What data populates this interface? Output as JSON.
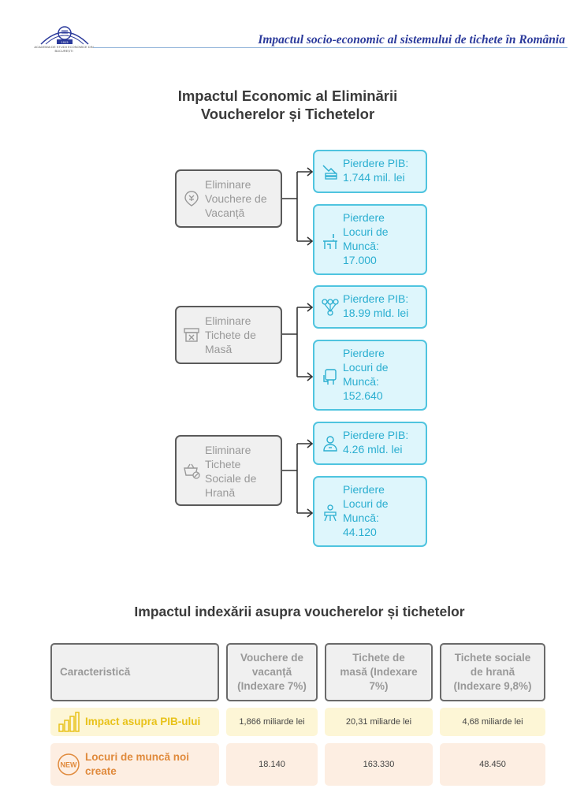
{
  "header": {
    "title": "Impactul socio-economic al sistemului de tichete în România",
    "logo_text": "ACADEMIA DE STUDII ECONOMICE DIN BUCUREȘTI",
    "logo_year": "1913"
  },
  "diagram": {
    "title_line1": "Impactul Economic al Eliminării",
    "title_line2": "Voucherelor și Tichetelor",
    "groups": [
      {
        "source": [
          "Eliminare",
          "Vouchere de",
          "Vacanță"
        ],
        "source_icon": "vacation-gift-icon",
        "outputs": [
          {
            "lines": [
              "Pierdere PIB:",
              "1.744 mil. lei"
            ],
            "icon": "money-decline-icon"
          },
          {
            "lines": [
              "Pierdere",
              "Locuri de",
              "Muncă:",
              "17.000"
            ],
            "icon": "empty-desk-icon"
          }
        ]
      },
      {
        "source": [
          "Eliminare",
          "Tichete de",
          "Masă"
        ],
        "source_icon": "cancelled-box-icon",
        "outputs": [
          {
            "lines": [
              "Pierdere PIB:",
              "18.99 mld. lei"
            ],
            "icon": "team-network-icon"
          },
          {
            "lines": [
              "Pierdere",
              "Locuri de",
              "Muncă:",
              "152.640"
            ],
            "icon": "office-chair-icon"
          }
        ]
      },
      {
        "source": [
          "Eliminare",
          "Tichete",
          "Sociale de",
          "Hrană"
        ],
        "source_icon": "basket-cancel-icon",
        "outputs": [
          {
            "lines": [
              "Pierdere PIB:",
              "4.26 mld. lei"
            ],
            "icon": "person-minus-icon"
          },
          {
            "lines": [
              "Pierdere",
              "Locuri de",
              "Muncă:",
              "44.120"
            ],
            "icon": "chair-person-icon"
          }
        ]
      }
    ]
  },
  "table": {
    "title": "Impactul indexării asupra voucherelor și tichetelor",
    "headers": [
      [
        "Caracteristică"
      ],
      [
        "Vouchere de",
        "vacanță",
        "(Indexare 7%)"
      ],
      [
        "Tichete de",
        "masă (Indexare",
        "7%)"
      ],
      [
        "Tichete sociale",
        "de hrană",
        "(Indexare 9,8%)"
      ]
    ],
    "rows": [
      {
        "label": "Impact asupra PIB-ului",
        "icon": "bar-chart-growth-icon",
        "color": "#e8c21a",
        "values": [
          "1,866 miliarde lei",
          "20,31 miliarde lei",
          "4,68 miliarde lei"
        ]
      },
      {
        "label_lines": [
          "Locuri de muncă noi",
          "create"
        ],
        "icon": "new-badge-icon",
        "color": "#e08a3c",
        "values": [
          "18.140",
          "163.330",
          "48.450"
        ]
      }
    ]
  }
}
